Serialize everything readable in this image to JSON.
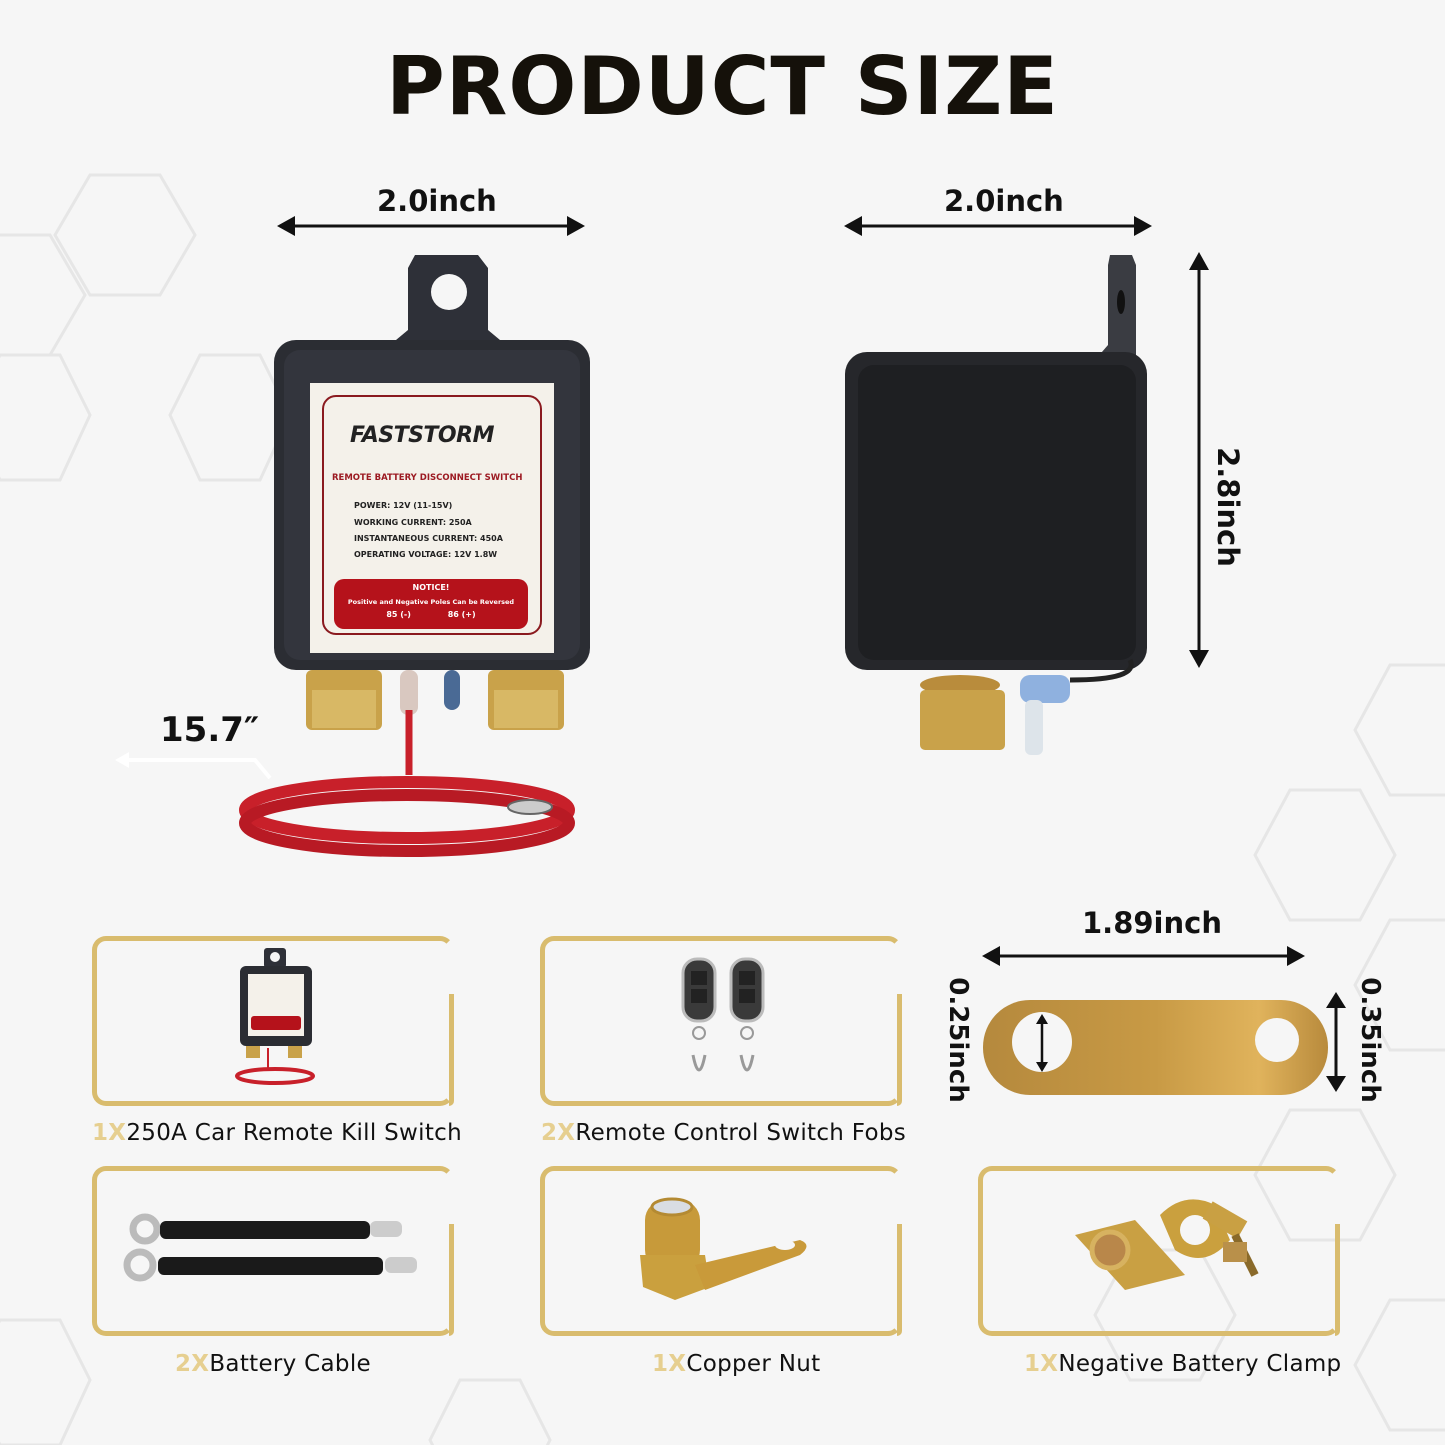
{
  "title": "PRODUCT SIZE",
  "front_view": {
    "width_label": "2.0inch",
    "cable_length_label": "15.7″",
    "label": {
      "brand": "FASTSTORM",
      "product_name": "REMOTE BATTERY DISCONNECT SWITCH",
      "specs": [
        "POWER: 12V (11-15V)",
        "WORKING CURRENT: 250A",
        "INSTANTANEOUS CURRENT: 450A",
        "OPERATING VOLTAGE: 12V 1.8W"
      ],
      "notice_title": "NOTICE!",
      "notice_text": "Positive and Negative Poles Can be Reversed",
      "terminal_left": "85 (-)",
      "terminal_right": "86 (+)"
    }
  },
  "side_view": {
    "width_label": "2.0inch",
    "height_label": "2.8inch"
  },
  "plate": {
    "length_label": "1.89inch",
    "hole_label": "0.25inch",
    "width_label": "0.35inch"
  },
  "items": [
    {
      "qty": "1X",
      "name": "250A Car Remote Kill Switch"
    },
    {
      "qty": "2X",
      "name": "Remote Control Switch Fobs"
    },
    {
      "qty": "2X",
      "name": "Battery Cable"
    },
    {
      "qty": "1X",
      "name": "Copper Nut"
    },
    {
      "qty": "1X",
      "name": "Negative Battery Clamp"
    }
  ],
  "colors": {
    "accent_gold": "#d9bc6e",
    "qty_gold": "#e6cf90",
    "label_red": "#b5121b",
    "housing": "#2b2d33",
    "background": "#f6f6f6"
  }
}
